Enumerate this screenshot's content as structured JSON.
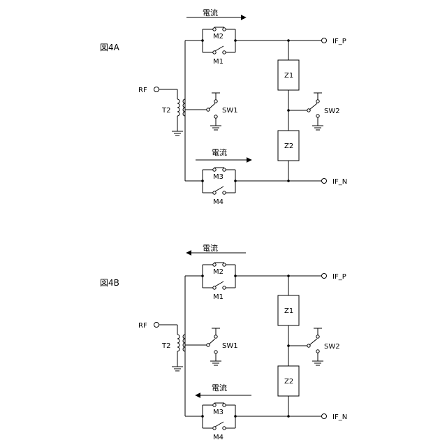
{
  "figures": [
    {
      "title": "図4A",
      "current_label_top": "電流",
      "current_label_bottom": "電流",
      "current_direction": "right",
      "labels": {
        "rf": "RF",
        "t2": "T2",
        "sw1": "SW1",
        "sw2": "SW2",
        "m1": "M1",
        "m2": "M2",
        "m3": "M3",
        "m4": "M4",
        "z1": "Z1",
        "z2": "Z2",
        "if_p": "IF_P",
        "if_n": "IF_N"
      }
    },
    {
      "title": "図4B",
      "current_label_top": "電流",
      "current_label_bottom": "電流",
      "current_direction": "left",
      "labels": {
        "rf": "RF",
        "t2": "T2",
        "sw1": "SW1",
        "sw2": "SW2",
        "m1": "M1",
        "m2": "M2",
        "m3": "M3",
        "m4": "M4",
        "z1": "Z1",
        "z2": "Z2",
        "if_p": "IF_P",
        "if_n": "IF_N"
      }
    }
  ]
}
